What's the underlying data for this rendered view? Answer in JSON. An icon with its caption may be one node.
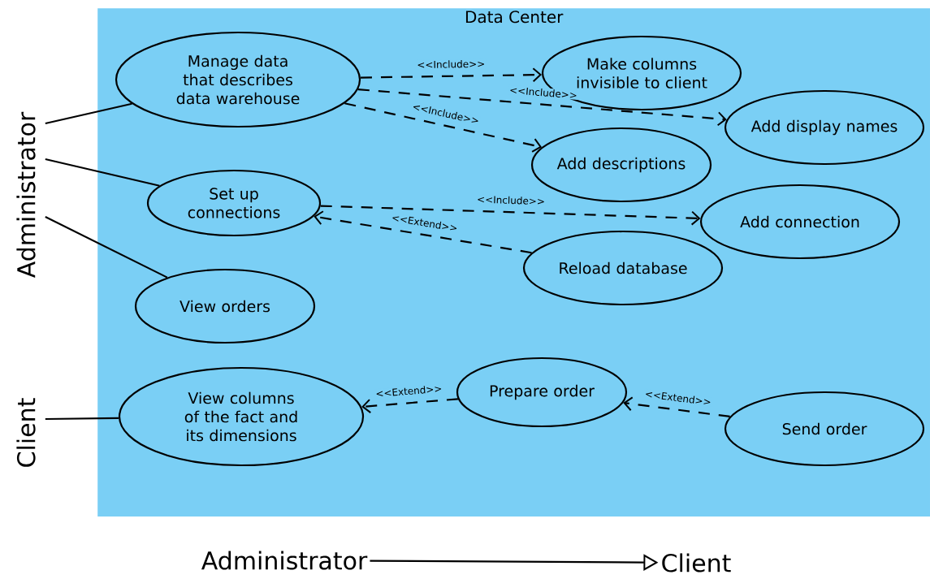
{
  "diagram": {
    "nodes": [
      {
        "text": [
          "Data Center"
        ]
      },
      {
        "text": [
          "Administrator"
        ]
      },
      {
        "text": [
          "Client"
        ]
      },
      {
        "text": [
          "Manage data that describes data warehouse"
        ],
        "in": 0
      },
      {
        "text": [
          "Make columns invisible to client"
        ],
        "in": 0
      },
      {
        "text": [
          "Add display names"
        ],
        "in": 0
      },
      {
        "text": [
          "Add descriptions"
        ],
        "in": 0
      },
      {
        "text": [
          "Set up connections"
        ],
        "in": 0
      },
      {
        "text": [
          "Add connection"
        ],
        "in": 0
      },
      {
        "text": [
          "Reload database"
        ],
        "in": 0
      },
      {
        "text": [
          "View orders"
        ],
        "in": 0
      },
      {
        "text": [
          "View columns of the fact and its dimensions"
        ],
        "in": 0
      },
      {
        "text": [
          "Prepare order"
        ],
        "in": 0
      },
      {
        "text": [
          "Send order"
        ],
        "in": 0
      },
      {
        "text": [
          "Administrator"
        ]
      },
      {
        "text": [
          "Client"
        ]
      }
    ],
    "edges": [
      {
        "from": 1,
        "to": 3,
        "arrow": "none"
      },
      {
        "from": 1,
        "to": 7,
        "arrow": "none"
      },
      {
        "from": 1,
        "to": 10,
        "arrow": "none"
      },
      {
        "from": 2,
        "to": 11,
        "arrow": "none"
      },
      {
        "from": 3,
        "to": 4,
        "arrow": "to",
        "label": "<<Include>>",
        "style": "dashed"
      },
      {
        "from": 3,
        "to": 5,
        "arrow": "to",
        "label": "<<Include>>",
        "style": "dashed"
      },
      {
        "from": 3,
        "to": 6,
        "arrow": "to",
        "label": "<<Include>>",
        "style": "dashed"
      },
      {
        "from": 7,
        "to": 8,
        "arrow": "to",
        "label": "<<Include>>",
        "style": "dashed"
      },
      {
        "from": 9,
        "to": 7,
        "arrow": "to",
        "label": "<<Extend>>",
        "style": "dashed"
      },
      {
        "from": 12,
        "to": 11,
        "arrow": "to",
        "label": "<<Extend>>",
        "style": "dashed"
      },
      {
        "from": 13,
        "to": 12,
        "arrow": "to",
        "label": "<<Extend>>",
        "style": "dashed"
      },
      {
        "from": 14,
        "to": 15,
        "arrow": "to"
      }
    ]
  }
}
